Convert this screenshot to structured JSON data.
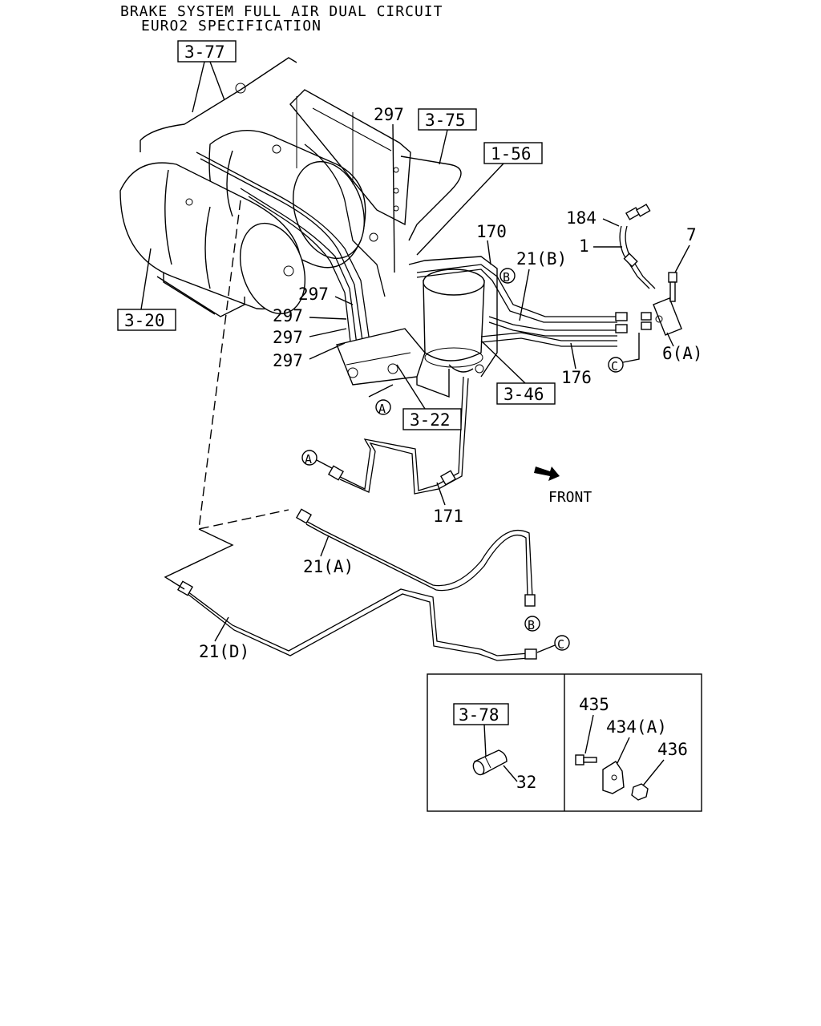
{
  "title": {
    "line1": "BRAKE SYSTEM FULL AIR DUAL CIRCUIT",
    "line2": "EURO2 SPECIFICATION"
  },
  "refs": {
    "r377": "3-77",
    "r375": "3-75",
    "r156": "1-56",
    "r320": "3-20",
    "r346": "3-46",
    "r322": "3-22",
    "r378": "3-78"
  },
  "parts": {
    "p297": "297",
    "p184": "184",
    "p1": "1",
    "p7": "7",
    "p170": "170",
    "p21b": "21(B)",
    "p6a": "6(A)",
    "p176": "176",
    "p171": "171",
    "p21a": "21(A)",
    "p21d": "21(D)",
    "p32": "32",
    "p435": "435",
    "p434a": "434(A)",
    "p436": "436"
  },
  "markers": {
    "a": "A",
    "b": "B",
    "c": "C"
  },
  "front": {
    "label": "FRONT"
  }
}
